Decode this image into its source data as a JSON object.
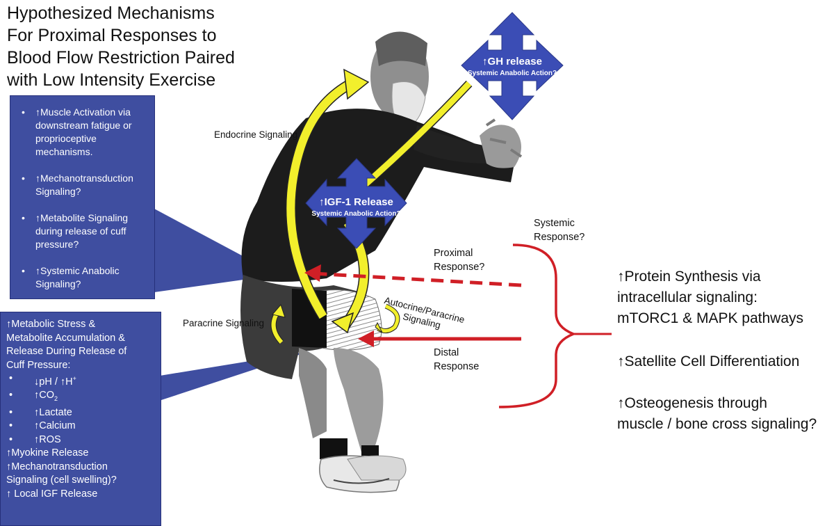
{
  "title_lines": [
    "Hypothesized Mechanisms",
    "For Proximal Responses to",
    "Blood Flow Restriction Paired",
    "with Low Intensity Exercise"
  ],
  "left_box_items": [
    "↑Muscle Activation via downstream fatigue or proprioceptive mechanisms.",
    "↑Mechanotransduction Signaling?",
    "↑Metabolite Signaling during release of cuff pressure?",
    "↑Systemic Anabolic Signaling?"
  ],
  "bottom_box": {
    "line1": "↑Metabolic Stress &",
    "line2": "Metabolite Accumulation &",
    "line3": "Release During Release of",
    "line4": "Cuff Pressure:",
    "bullet_ph": "↓pH / ↑H",
    "bullet_ph_sup": "+",
    "bullet_co2": "↑CO",
    "bullet_co2_sub": "2",
    "bullet_lactate": "↑Lactate",
    "bullet_calcium": "↑Calcium",
    "bullet_ros": "↑ROS",
    "line_myokine": "↑Myokine Release",
    "line_mech1": "↑Mechanotransduction",
    "line_mech2": "Signaling (cell swelling)?",
    "line_igf": "↑ Local IGF Release"
  },
  "gh": {
    "title": "↑GH release",
    "sub": "Systemic Anabolic Action?"
  },
  "igf": {
    "title": "↑IGF-1 Release",
    "sub": "Systemic Anabolic Action?"
  },
  "labels": {
    "endocrine": "Endocrine Signaling",
    "paracrine": "Paracrine Signaling",
    "autocrine1": "Autocrine/Paracrine",
    "autocrine2": "Signaling",
    "systemic1": "Systemic",
    "systemic2": "Response?",
    "proximal1": "Proximal",
    "proximal2": "Response?",
    "distal1": "Distal",
    "distal2": "Response"
  },
  "right": {
    "protein1": "↑Protein Synthesis via",
    "protein2": "intracellular signaling:",
    "protein3": "mTORC1 & MAPK pathways",
    "satellite": "↑Satellite Cell Differentiation",
    "osteo1": "↑Osteogenesis through",
    "osteo2": "muscle / bone cross signaling?"
  },
  "colors": {
    "box_blue": "#3f4ea0",
    "hormone_blue": "#3b4db5",
    "arrow_yellow": "#f2ef2c",
    "response_red": "#d01f26"
  },
  "photo": "athlete in half-squat wearing blood flow restriction cuff on upper thigh"
}
